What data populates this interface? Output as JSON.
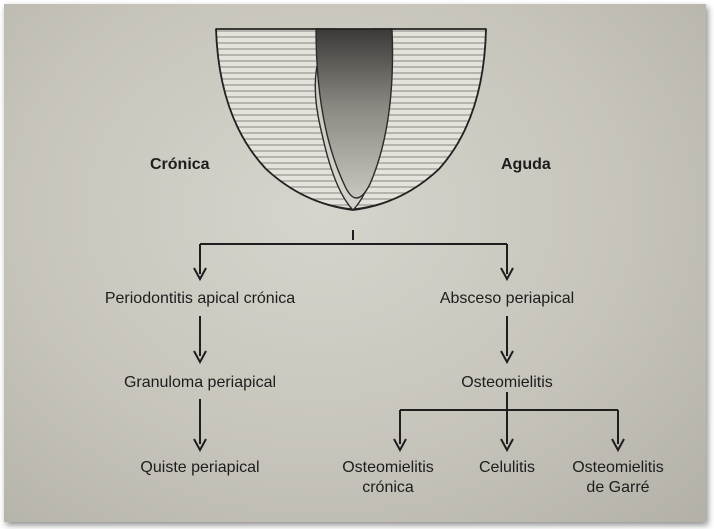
{
  "labels": {
    "chronic": "Crónica",
    "acute": "Aguda"
  },
  "chronic_branch": {
    "step1": "Periodontitis apical crónica",
    "step2": "Granuloma periapical",
    "step3": "Quiste periapical"
  },
  "acute_branch": {
    "step1": "Absceso periapical",
    "step2": "Osteomielitis",
    "outcomes": [
      {
        "line1": "Osteomielitis",
        "line2": "crónica"
      },
      {
        "line1": "Celulitis",
        "line2": ""
      },
      {
        "line1": "Osteomielitis",
        "line2": "de Garré"
      }
    ]
  }
}
